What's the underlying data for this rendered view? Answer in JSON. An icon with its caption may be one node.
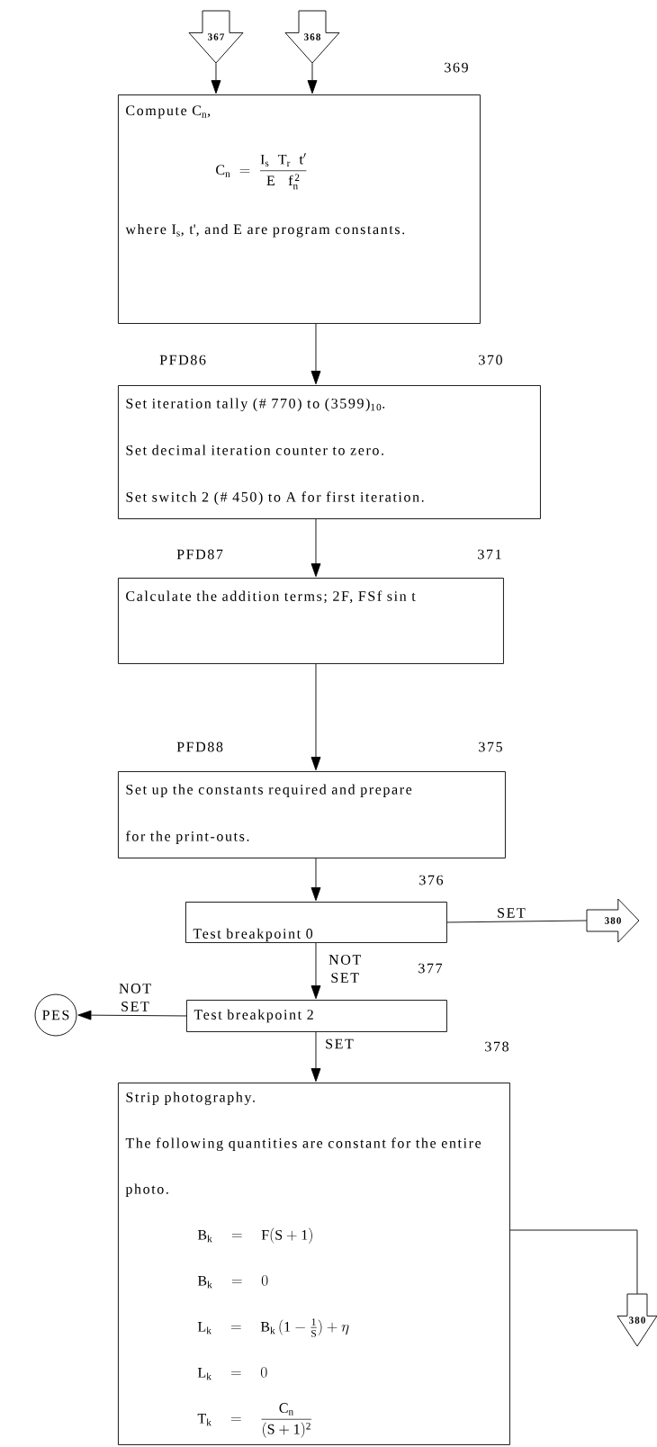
{
  "diagram": {
    "nodes": [
      {
        "text": [
          "367"
        ]
      },
      {
        "text": [
          "368"
        ]
      },
      {
        "text": [
          "Compute C$_{n}$,",
          "\\mathrm{C_n} \\;=\\; \\frac{\\mathrm{I_s\\;\\;T_r\\;\\;t'}}{\\mathrm{E\\;\\;\\;f_n^{\\,2}}}",
          "where I$_{s}$, t', and E are program constants."
        ],
        "beside": [
          "369"
        ]
      },
      {
        "text": [
          "Set iteration tally (# 770) to (3599)$_{10}$.",
          "Set decimal iteration counter to zero.",
          "Set switch 2 (# 450) to A for first iteration."
        ],
        "beside": [
          "PFD86",
          "370"
        ]
      },
      {
        "text": [
          "Calculate the addition terms; 2F, FSf sin t"
        ],
        "beside": [
          "PFD87",
          "371"
        ]
      },
      {
        "text": [
          "Set up the constants required and prepare for the print-outs."
        ],
        "beside": [
          "PFD88",
          "375"
        ]
      },
      {
        "text": [
          "Test breakpoint 0"
        ],
        "beside": [
          "376"
        ]
      },
      {
        "text": [
          "380"
        ]
      },
      {
        "text": [
          "Test breakpoint 2"
        ],
        "beside": [
          "377"
        ]
      },
      {
        "text": [
          "PES"
        ]
      },
      {
        "text": [
          "Strip photography.",
          "The following quantities are constant for the entire photo.",
          "\\mathrm{B_k} \\quad = \\quad \\mathrm{F(S+1)}",
          "\\mathrm{B_k} \\quad = \\quad 0",
          "\\mathrm{L_k} \\quad = \\quad \\mathrm{B_k\\,(1-\\tfrac{1}{S})} + \\eta",
          "\\mathrm{L_k} \\quad = \\quad 0",
          "\\mathrm{T_k} \\quad = \\quad \\frac{\\mathrm{C_n}}{\\mathrm{(S+1)^2}}"
        ],
        "beside": [
          "378"
        ]
      },
      {
        "text": [
          "380"
        ]
      }
    ],
    "edges": [
      {
        "from": 0,
        "to": 2,
        "arrow": "to"
      },
      {
        "from": 1,
        "to": 2,
        "arrow": "to"
      },
      {
        "from": 2,
        "to": 3,
        "arrow": "to"
      },
      {
        "from": 3,
        "to": 4,
        "arrow": "to"
      },
      {
        "from": 4,
        "to": 5,
        "arrow": "to"
      },
      {
        "from": 5,
        "to": 6,
        "arrow": "to"
      },
      {
        "from": 6,
        "to": 7,
        "arrow": "none",
        "label": "SET"
      },
      {
        "from": 6,
        "to": 8,
        "arrow": "to",
        "label": "NOT SET"
      },
      {
        "from": 8,
        "to": 9,
        "arrow": "to",
        "label": "NOT SET"
      },
      {
        "from": 8,
        "to": 10,
        "arrow": "to",
        "label": "SET"
      },
      {
        "from": 10,
        "to": 11,
        "arrow": "none"
      }
    ]
  }
}
